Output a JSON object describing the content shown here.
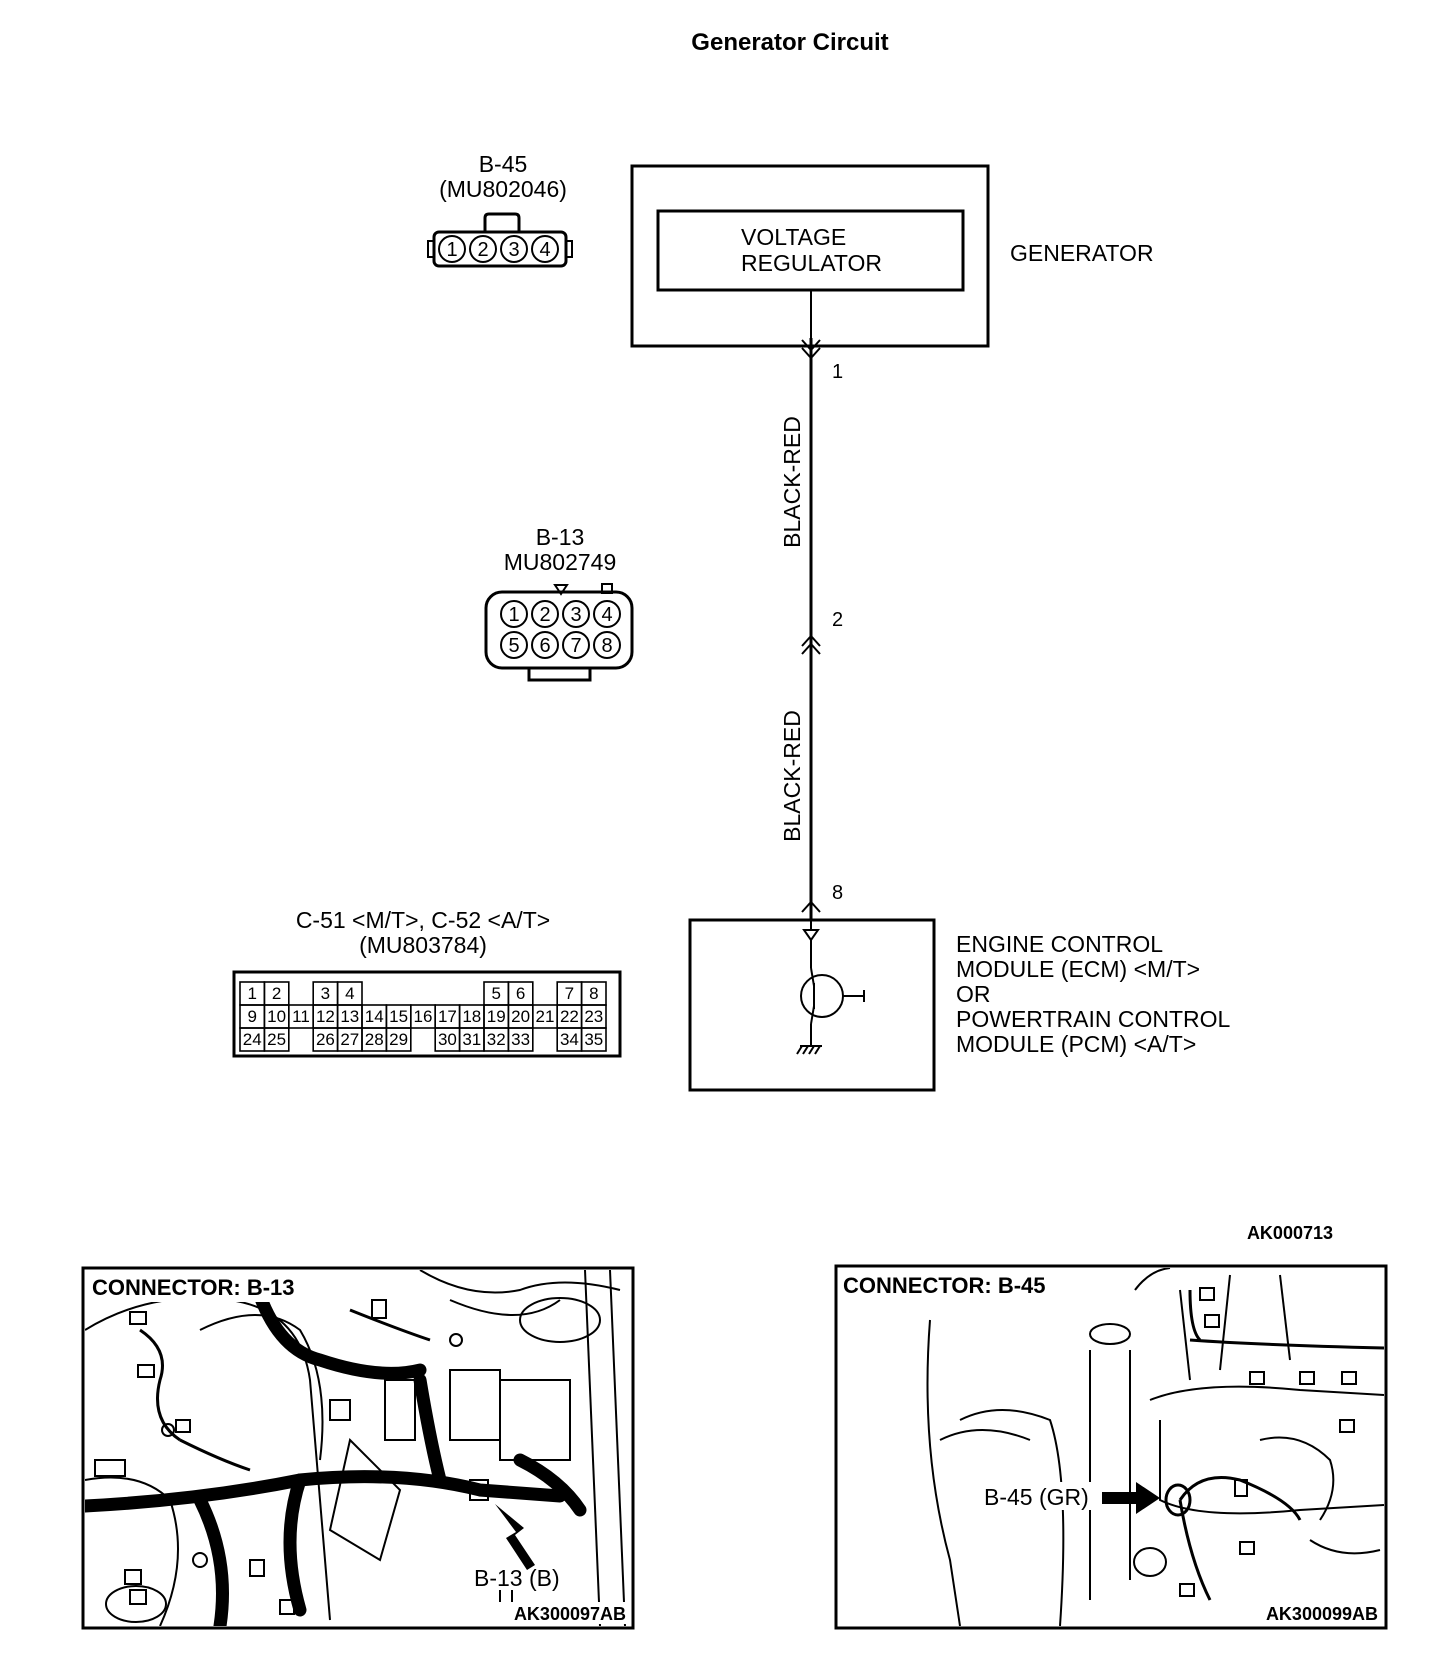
{
  "title": "Generator Circuit",
  "diagram_code": "AK000713",
  "connectors": {
    "b45": {
      "id": "B-45",
      "part": "(MU802046)",
      "pins": [
        "1",
        "2",
        "3",
        "4"
      ]
    },
    "b13": {
      "id": "B-13",
      "part": "MU802749",
      "pins_top": [
        "1",
        "2",
        "3",
        "4"
      ],
      "pins_bottom": [
        "5",
        "6",
        "7",
        "8"
      ]
    },
    "c51": {
      "id": "C-51 <M/T>, C-52 <A/T>",
      "part": "(MU803784)",
      "row1": [
        "1",
        "2",
        "",
        "3",
        "4",
        "",
        "",
        "",
        "",
        "",
        "5",
        "6",
        "",
        "7",
        "8"
      ],
      "row2": [
        "9",
        "10",
        "11",
        "12",
        "13",
        "14",
        "15",
        "16",
        "17",
        "18",
        "19",
        "20",
        "21",
        "22",
        "23"
      ],
      "row3": [
        "24",
        "25",
        "",
        "26",
        "27",
        "28",
        "29",
        "",
        "30",
        "31",
        "32",
        "33",
        "",
        "34",
        "35"
      ]
    }
  },
  "components": {
    "voltage_regulator": {
      "line1": "VOLTAGE",
      "line2": "REGULATOR"
    },
    "generator": "GENERATOR",
    "ecm": {
      "line1": "ENGINE CONTROL",
      "line2": "MODULE (ECM) <M/T>",
      "line3": "OR",
      "line4": "POWERTRAIN CONTROL",
      "line5": "MODULE (PCM) <A/T>"
    }
  },
  "wire": {
    "pin_generator": "1",
    "pin_b13": "2",
    "pin_ecm": "8",
    "color_upper": "BLACK-RED",
    "color_lower": "BLACK-RED"
  },
  "photos": {
    "left": {
      "header": "CONNECTOR: B-13",
      "callout": "B-13 (B)",
      "code": "AK300097AB"
    },
    "right": {
      "header": "CONNECTOR: B-45",
      "callout": "B-45 (GR)",
      "code": "AK300099AB"
    }
  }
}
